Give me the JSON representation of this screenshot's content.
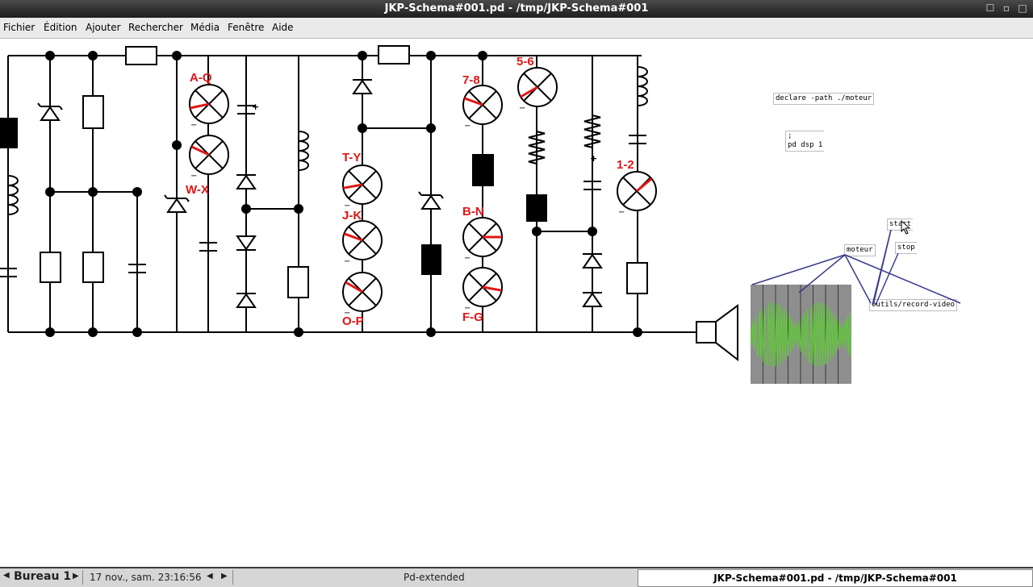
{
  "window": {
    "title": "JKP-Schema#001.pd - /tmp/JKP-Schema#001"
  },
  "menu": [
    "Fichier",
    "Édition",
    "Ajouter",
    "Rechercher",
    "Média",
    "Fenêtre",
    "Aide"
  ],
  "canvas": {
    "declare_box": "declare -path ./moteur",
    "pd_dsp_box": ";\npd dsp 1",
    "start_box": "start",
    "stop_box": "stop",
    "moteur_box": "moteur",
    "record_box": "outils/record-video",
    "lamp_labels": [
      "A-Q",
      "W-X",
      "T-Y",
      "J-K",
      "O-P",
      "7-8",
      "B-N",
      "F-G",
      "5-6",
      "1-2"
    ],
    "minus_sign": "−",
    "plus_sign": "+",
    "accent_color": "#e01616",
    "wire_color": "#000000",
    "patch_cord_color": "#3a3a8a",
    "video_wave_color": "#59d22b"
  },
  "taskbar": {
    "workspace": "Bureau 1",
    "clock": "17 nov., sam. 23:16:56",
    "app_task": "Pd-extended",
    "window_task": "JKP-Schema#001.pd  - /tmp/JKP-Schema#001"
  }
}
